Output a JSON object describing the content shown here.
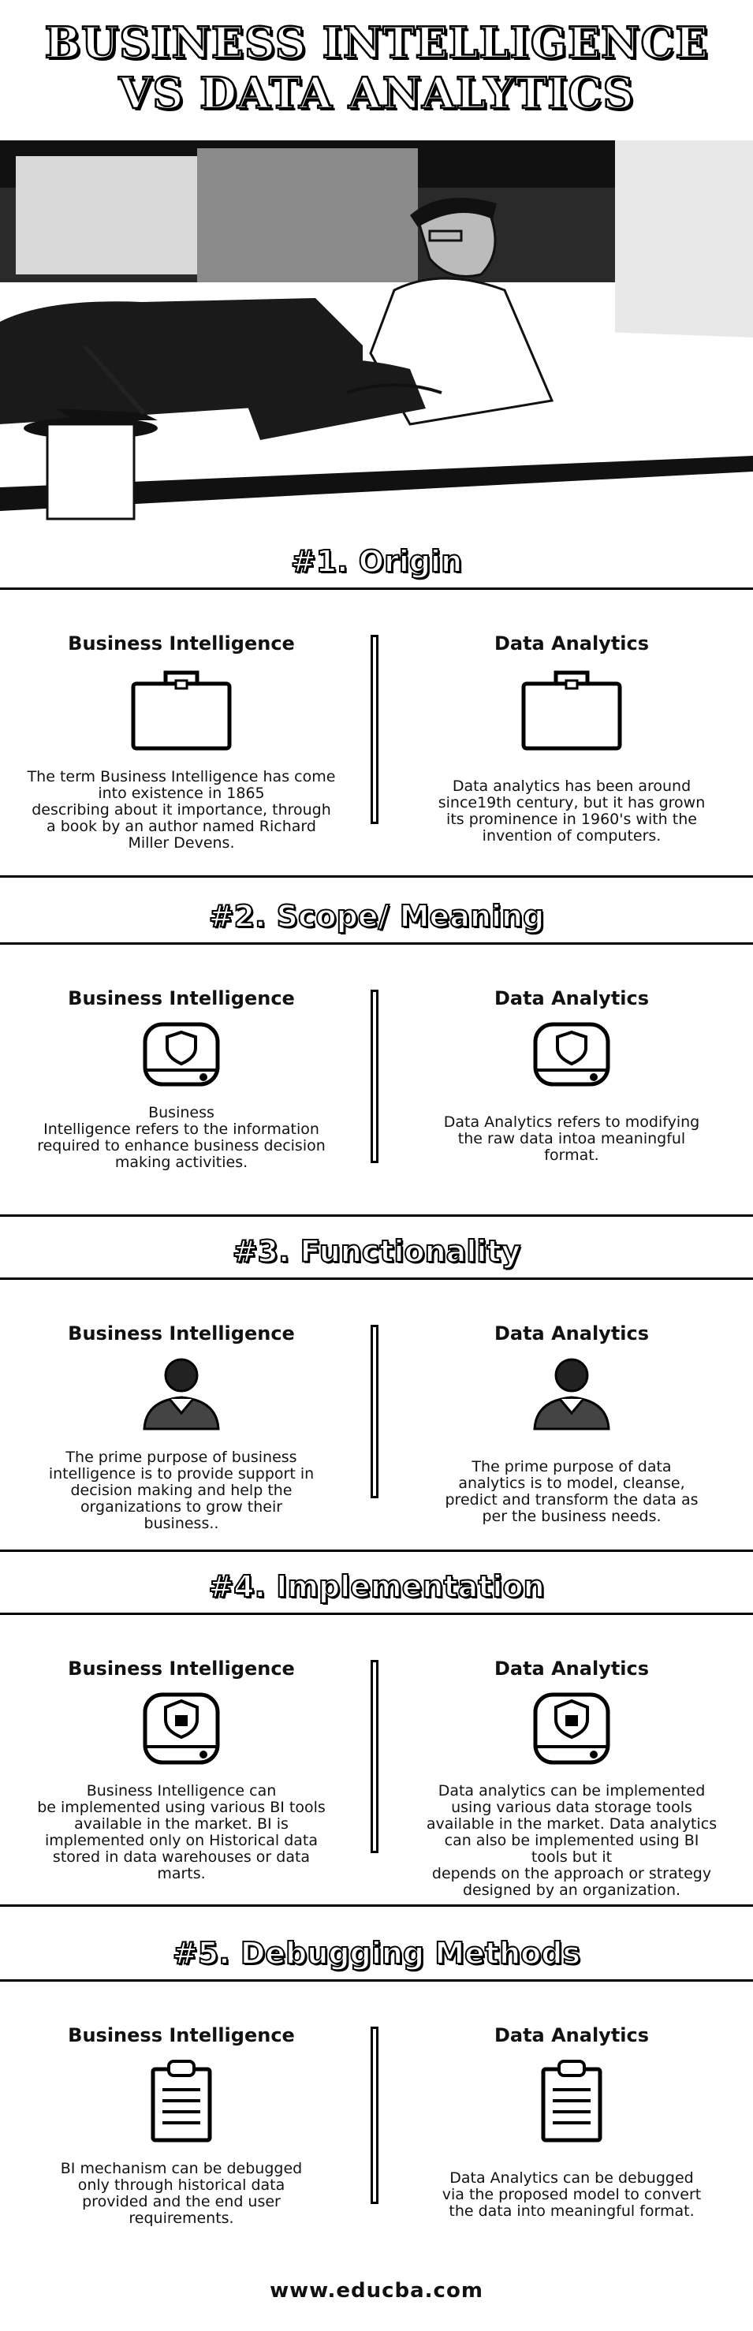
{
  "title": {
    "line1": "BUSINESS INTELLIGENCE",
    "line2": "VS DATA ANALYTICS"
  },
  "sections": [
    {
      "title": "#1. Origin",
      "left": {
        "heading": "Business Intelligence",
        "icon": "briefcase-icon",
        "lines": [
          "The term Business Intelligence has come",
          "into existence in 1865",
          "describing about it importance, through",
          "a book by an author named Richard",
          "Miller Devens."
        ]
      },
      "right": {
        "heading": "Data Analytics",
        "icon": "briefcase-icon",
        "lines": [
          "Data analytics has been around",
          "since19th century, but it has grown",
          "its prominence in 1960's with the",
          "invention of computers."
        ]
      }
    },
    {
      "title": "#2. Scope/ Meaning",
      "left": {
        "heading": "Business Intelligence",
        "icon": "shield-drive-icon",
        "lines": [
          "Business",
          "Intelligence refers to the information",
          "required to enhance business decision",
          "making activities."
        ]
      },
      "right": {
        "heading": "Data Analytics",
        "icon": "shield-drive-icon",
        "lines": [
          "Data Analytics refers to modifying",
          "the raw data intoa meaningful",
          "format."
        ]
      }
    },
    {
      "title": "#3. Functionality",
      "left": {
        "heading": "Business Intelligence",
        "icon": "user-icon",
        "lines": [
          "The prime purpose of business",
          "intelligence is to provide support in",
          "decision making and help the",
          "organizations to grow their",
          "business.."
        ]
      },
      "right": {
        "heading": "Data Analytics",
        "icon": "user-icon",
        "lines": [
          "The prime purpose of data",
          "analytics is to model, cleanse,",
          "predict and transform the data as",
          "per the business needs."
        ]
      }
    },
    {
      "title": "#4. Implementation",
      "left": {
        "heading": "Business Intelligence",
        "icon": "secure-drive-icon",
        "lines": [
          "Business Intelligence can",
          "be implemented using various BI tools",
          "available in the market. BI is",
          "implemented only on Historical data",
          "stored in data warehouses or data",
          "marts."
        ]
      },
      "right": {
        "heading": "Data Analytics",
        "icon": "secure-drive-icon",
        "lines": [
          "Data analytics can be implemented",
          "using various data storage tools",
          "available in the market. Data analytics",
          "can also be implemented using BI",
          "tools but it",
          "depends on the approach or strategy",
          "designed by an organization."
        ]
      }
    },
    {
      "title": "#5. Debugging Methods",
      "left": {
        "heading": "Business Intelligence",
        "icon": "clipboard-icon",
        "lines": [
          "BI mechanism can be debugged",
          "only through historical data",
          "provided and the end user",
          "requirements."
        ]
      },
      "right": {
        "heading": "Data Analytics",
        "icon": "clipboard-icon",
        "lines": [
          "Data Analytics can be debugged",
          "via the proposed model to convert",
          "the data into meaningful format."
        ]
      }
    }
  ],
  "footer": "www.educba.com"
}
